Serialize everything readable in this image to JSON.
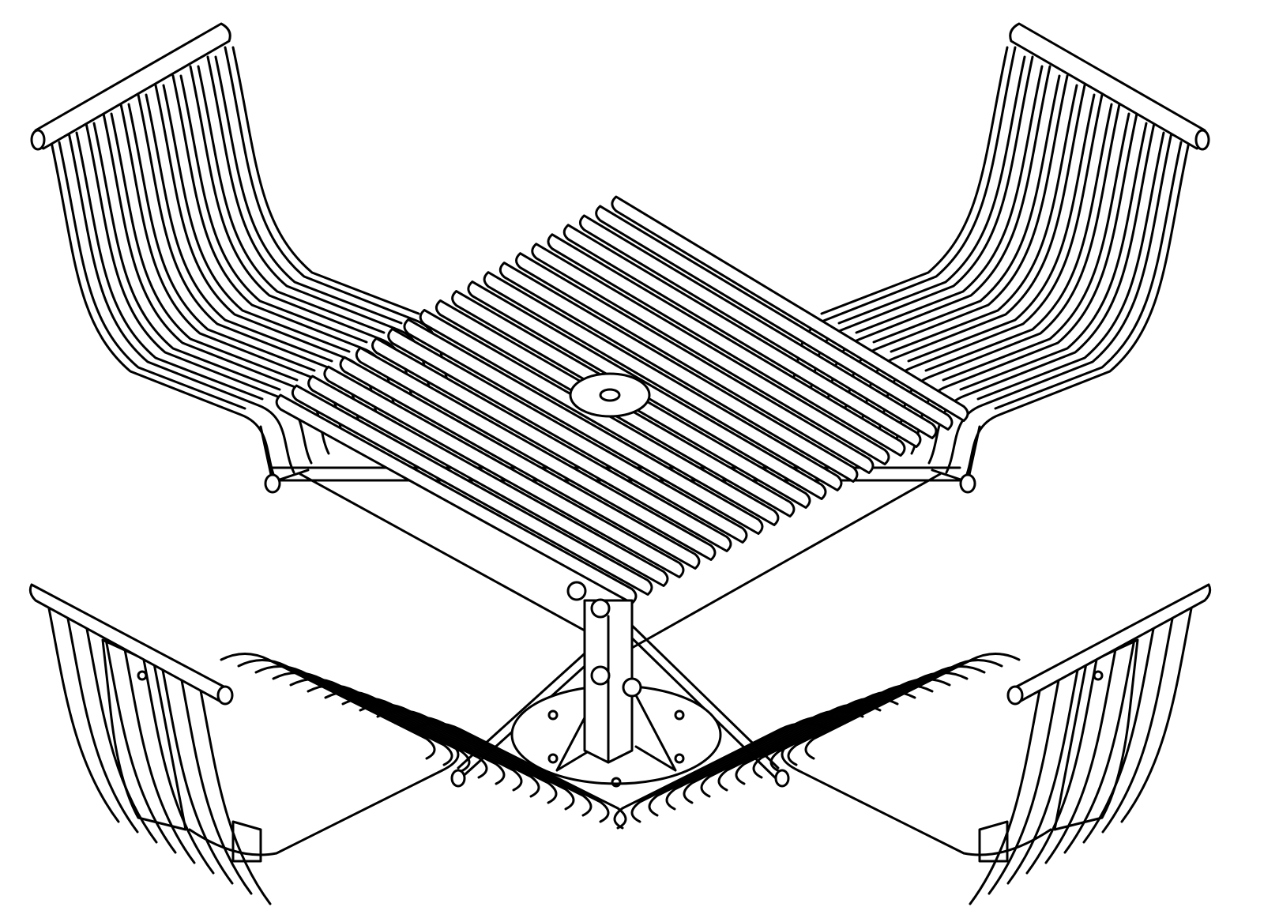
{
  "drawing": {
    "subject": "table-with-four-chairs",
    "stroke_color": "#000000",
    "background_color": "#ffffff",
    "table_slat_count": 22,
    "chair_count": 4
  }
}
